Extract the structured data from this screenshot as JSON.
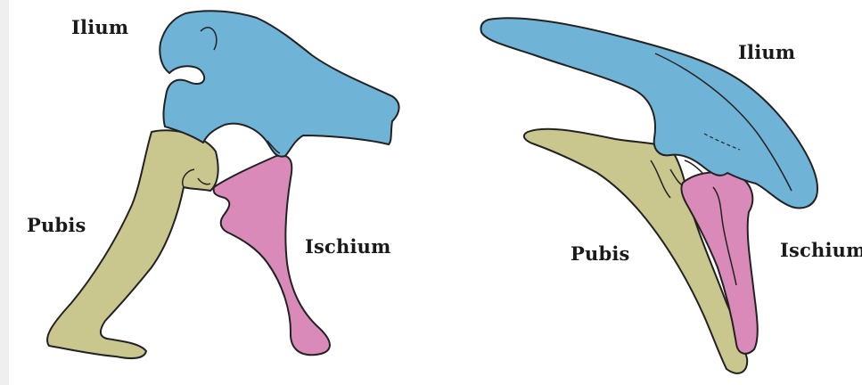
{
  "left_diagram": {
    "ilium_label": "Ilium",
    "pubis_label": "Pubis",
    "ischium_label": "Ischium"
  },
  "right_diagram": {
    "ilium_label": "Ilium",
    "pubis_label": "Pubis",
    "ischium_label": "Ischium"
  },
  "colors": {
    "ilium": "#6fb3d6",
    "pubis": "#c9c68e",
    "ischium": "#d98ab9",
    "outline": "#222222"
  }
}
